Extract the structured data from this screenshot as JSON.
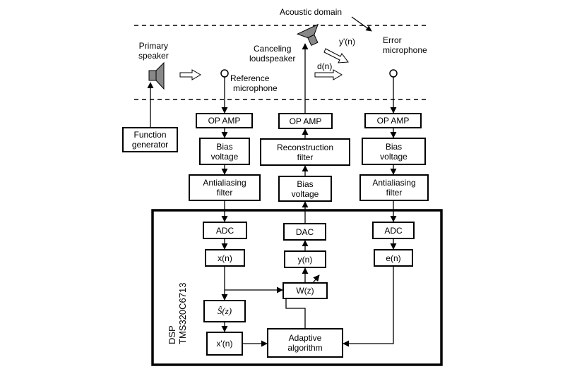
{
  "labels": {
    "acoustic_domain": "Acoustic domain",
    "primary_speaker": [
      "Primary",
      "speaker"
    ],
    "canceling_loudspeaker": [
      "Canceling",
      "loudspeaker"
    ],
    "error_microphone": [
      "Error",
      "microphone"
    ],
    "reference_microphone": [
      "Reference",
      "microphone"
    ],
    "y_prime_n": "y'(n)",
    "d_n": "d(n)",
    "dsp": [
      "DSP",
      "TMS320C6713"
    ]
  },
  "blocks": {
    "function_generator": [
      "Function",
      "generator"
    ],
    "op_amp": "OP AMP",
    "bias_voltage": [
      "Bias",
      "voltage"
    ],
    "antialiasing_filter": [
      "Antialiasing",
      "filter"
    ],
    "reconstruction_filter": [
      "Reconstruction",
      "filter"
    ],
    "adc": "ADC",
    "dac": "DAC",
    "x_n": "x(n)",
    "y_n": "y(n)",
    "e_n": "e(n)",
    "w_z": "W(z)",
    "s_hat_z": "Ŝ(z)",
    "x_prime_n": "x'(n)",
    "adaptive_algorithm": [
      "Adaptive",
      "algorithm"
    ]
  }
}
